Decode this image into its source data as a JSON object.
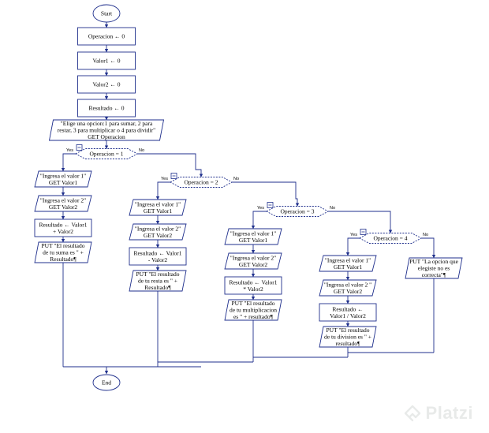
{
  "flowchart": {
    "start": "Start",
    "end": "End",
    "init": [
      "Operacion ← 0",
      "Valor1 ← 0",
      "Valor2 ← 0",
      "Resultado ← 0"
    ],
    "prompt": [
      "\"Elige una opcion:1 para sumar, 2 para",
      "restar, 3 para multiplicar o 4 para dividir\"",
      "GET Operacion"
    ],
    "yes_label": "Yes",
    "no_label": "No",
    "branches": [
      {
        "condition": "Operacion = 1",
        "steps": [
          [
            "\"Ingresa el valor 1\"",
            "GET Valor1"
          ],
          [
            "\"Ingresa el valor 2\"",
            "GET Valor2"
          ],
          [
            "Resultado ← Valor1",
            "+ Valor2"
          ],
          [
            "PUT \"El resultado",
            "de tu suma es \" +",
            "Resultado¶"
          ]
        ]
      },
      {
        "condition": "Operacion = 2",
        "steps": [
          [
            "\"Ingresa el valor 1\"",
            "GET Valor1"
          ],
          [
            "\"Ingresa el valor 2\"",
            "GET Valor2"
          ],
          [
            "Resultado ← Valor1",
            "- Valor2"
          ],
          [
            "PUT \"El resultado",
            "de tu resta es \" +",
            "Resultado¶"
          ]
        ]
      },
      {
        "condition": "Operacion = 3",
        "steps": [
          [
            "\"Ingresa el valor 1\"",
            "GET Valor1"
          ],
          [
            "\"Ingresa el valor 2\"",
            "GET Valor2"
          ],
          [
            "Resultado ← Valor1",
            "* Valor2"
          ],
          [
            "PUT \"El resultado",
            "de tu multiplicacion",
            "es \" + resultado¶"
          ]
        ]
      },
      {
        "condition": "Operacion = 4",
        "steps": [
          [
            "\"Ingresa el valor 1\"",
            "GET Valor1"
          ],
          [
            "\"Ingresa el valor 2 \"",
            "GET Valor2"
          ],
          [
            "Resultado ←",
            "Valor1 / Valor2"
          ],
          [
            "PUT \"El resultado",
            "de tu division es \" +",
            "resultado¶"
          ]
        ]
      }
    ],
    "else_output": [
      "PUT \"La opcion que",
      "elegiste no es",
      "correcta\"¶"
    ]
  },
  "colors": {
    "stroke": "#1f2f8c",
    "text": "#000000",
    "background": "#ffffff"
  },
  "watermark": {
    "text": "Platzi",
    "icon": "platzi-logo-icon"
  }
}
